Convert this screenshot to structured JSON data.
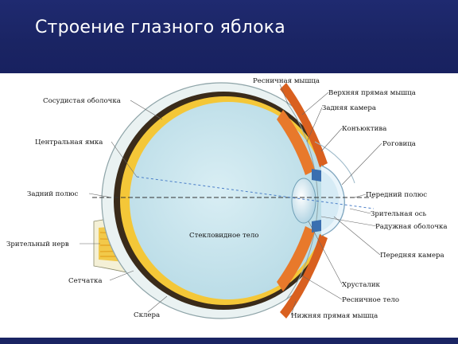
{
  "slide": {
    "title": "Строение глазного яблока"
  },
  "labels": {
    "ciliary_muscle": "Ресничная мышца",
    "superior_rectus": "Верхняя прямая мышца",
    "posterior_chamber": "Задняя камера",
    "choroid": "Сосудистая оболочка",
    "conjunctiva": "Конъюктива",
    "fovea": "Центральная ямка",
    "cornea": "Роговица",
    "posterior_pole": "Задний полюс",
    "anterior_pole": "Передний полюс",
    "visual_axis": "Зрительная ось",
    "iris": "Радужная оболочка",
    "vitreous_body": "Стекловидное тело",
    "optic_nerve": "Зрительный нерв",
    "anterior_chamber": "Передняя камера",
    "retina": "Сетчатка",
    "lens": "Хрусталик",
    "ciliary_body": "Ресничное тело",
    "sclera": "Склера",
    "inferior_rectus": "Нижняя прямая мышца"
  }
}
